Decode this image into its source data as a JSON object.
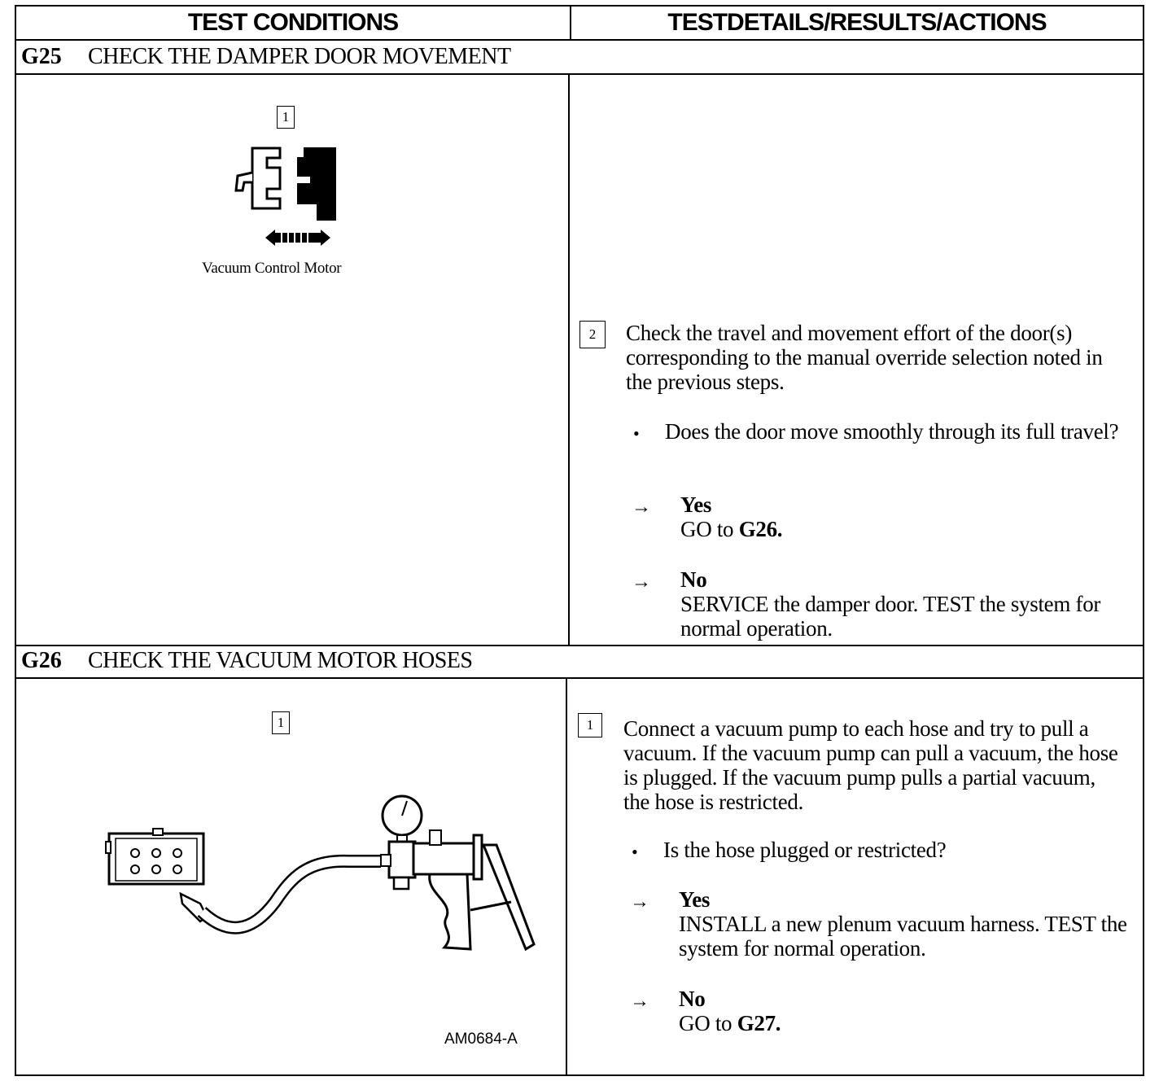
{
  "header": {
    "left": "TEST CONDITIONS",
    "right": "TESTDETAILS/RESULTS/ACTIONS"
  },
  "g25": {
    "code": "G25",
    "title": "CHECK THE DAMPER DOOR MOVEMENT",
    "fig_step": "1",
    "fig_caption": "Vacuum Control Motor",
    "step_num": "2",
    "step_text": "Check the travel and movement effort of the door(s) corresponding to the manual override selection noted in the previous steps.",
    "bullet": "•",
    "question": "Does the door move smoothly through its full travel?",
    "arrow": "→",
    "yes_label": "Yes",
    "yes_action_pre": "GO to ",
    "yes_action_ref": "G26.",
    "no_label": "No",
    "no_action": "SERVICE the damper door. TEST the system for normal operation."
  },
  "g26": {
    "code": "G26",
    "title": "CHECK THE VACUUM MOTOR HOSES",
    "fig_step": "1",
    "fig_id": "AM0684-A",
    "step_num": "1",
    "step_text": "Connect a vacuum pump to each hose and try to pull a vacuum. If the vacuum pump can pull a vacuum, the hose is plugged. If the vacuum pump pulls a partial vacuum, the hose is restricted.",
    "bullet": "•",
    "question": "Is the hose plugged or restricted?",
    "arrow": "→",
    "yes_label": "Yes",
    "yes_action": "INSTALL a new plenum vacuum harness. TEST the system for normal operation.",
    "no_label": "No",
    "no_action_pre": "GO to ",
    "no_action_ref": "G27."
  }
}
